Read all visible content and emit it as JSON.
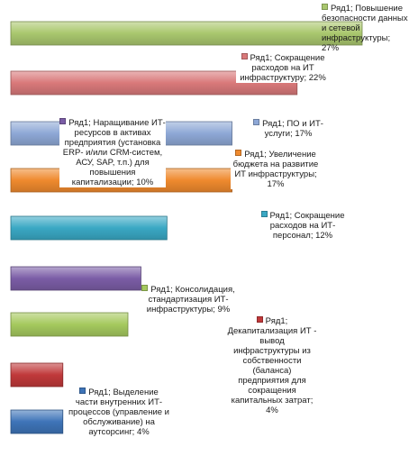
{
  "chart_data": {
    "type": "bar",
    "orientation": "horizontal",
    "xlim": [
      0,
      27
    ],
    "grid": false,
    "legend": "none",
    "series": [
      {
        "name": "Ряд1",
        "values": [
          27,
          22,
          17,
          17,
          12,
          10,
          9,
          4,
          4
        ]
      }
    ],
    "categories": [
      "Повышение безопасности данных и сетевой инфраструктуры",
      "Сокращение расходов на ИТ инфраструктуру",
      "ПО и ИТ-услуги",
      "Увеличение бюджета на развитие ИТ инфраструктуры",
      "Сокращение расходов на ИТ-персонал",
      "Наращивание ИТ-ресурсов в активах предприятия (установка ERP- и/или CRM-систем, АСУ, SAP, т.п.) для повышения капитализации",
      "Консолидация, стандартизация ИТ-инфраструктуры",
      "Декапитализация ИТ - вывод инфраструктуры из собственности (баланса) предприятия для сокращения капитальных затрат",
      "Выделение части внутренних ИТ-процессов (управление и обслуживание) на аутсорсинг"
    ],
    "colors": [
      "#a9c76e",
      "#d9797a",
      "#8ea8d6",
      "#ef8a2e",
      "#3aa8c4",
      "#7b5da6",
      "#a5c95e",
      "#c0393a",
      "#3e74b8"
    ],
    "labels": [
      "Ряд1; Повышение безопасности данных и сетевой инфраструктуры; 27%",
      "Ряд1; Сокращение расходов на ИТ инфраструктуру; 22%",
      "Ряд1; ПО и ИТ-услуги; 17%",
      "Ряд1; Увеличение бюджета на развитие ИТ инфраструктуры; 17%",
      "Ряд1; Сокращение расходов на ИТ-персонал; 12%",
      "Ряд1; Наращивание ИТ-ресурсов в активах предприятия (установка ERP- и/или CRM-систем, АСУ, SAP, т.п.) для повышения капитализации; 10%",
      "Ряд1; Консолидация, стандартизация ИТ-инфраструктуры; 9%",
      "Ряд1; Декапитализация ИТ - вывод инфраструктуры из собственности (баланса) предприятия для сокращения капитальных затрат; 4%",
      "Ряд1; Выделение части внутренних ИТ-процессов (управление и обслуживание) на аутсорсинг; 4%"
    ]
  }
}
